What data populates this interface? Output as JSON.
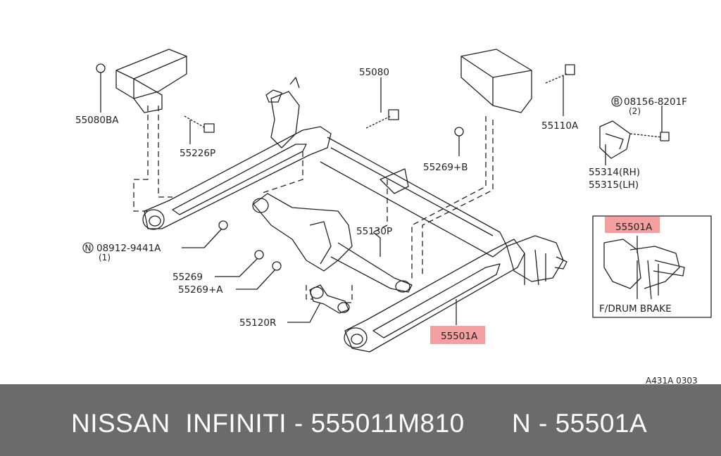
{
  "diagram": {
    "labels": {
      "l55080BA": "55080BA",
      "l55226P": "55226P",
      "l55080": "55080",
      "l55110A": "55110A",
      "l08156": "08156-8201F",
      "l08156qty": "(2)",
      "l55269B": "55269+B",
      "l55314": "55314(RH)",
      "l55315": "55315(LH)",
      "l55130P": "55130P",
      "l08912": "08912-9441A",
      "l08912qty": "(1)",
      "l55269": "55269",
      "l55269A": "55269+A",
      "l55120R": "55120R",
      "l55501A": "55501A",
      "inset_part": "55501A",
      "inset_caption": "F/DRUM BRAKE",
      "drawing_code": "A431A 0303",
      "circle_B": "B",
      "circle_N": "N"
    },
    "highlight_color": "#f08080"
  },
  "footer": {
    "part_number": "NISSAN  INFINITI - 555011M810",
    "reference": "N - 55501A"
  }
}
